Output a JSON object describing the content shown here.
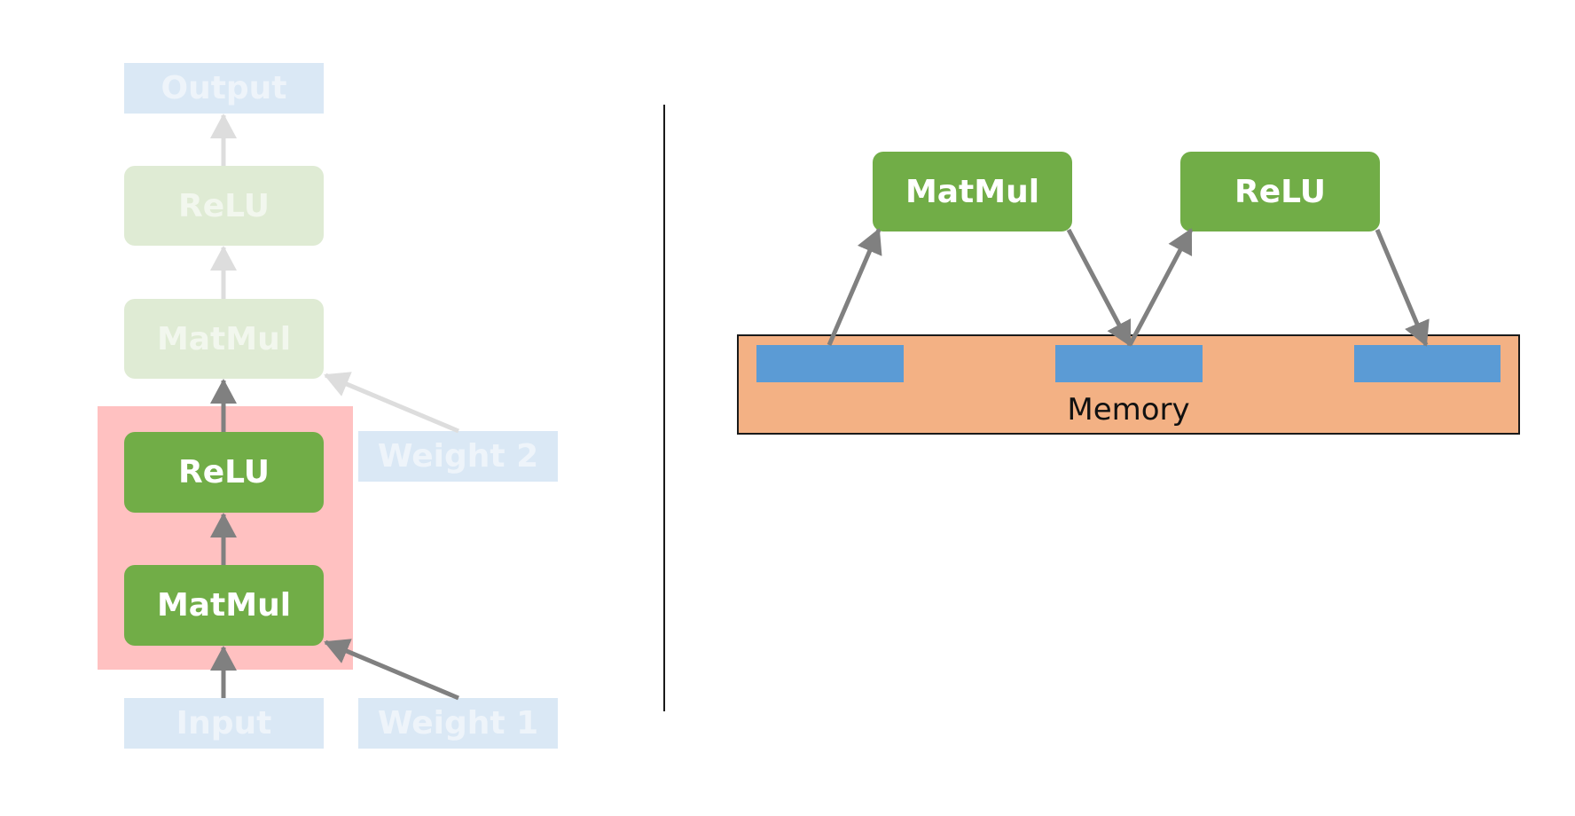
{
  "left_graph": {
    "output_label": "Output",
    "relu_faded_label": "ReLU",
    "matmul_faded_label": "MatMul",
    "weight2_label": "Weight 2",
    "relu_label": "ReLU",
    "matmul_label": "MatMul",
    "input_label": "Input",
    "weight1_label": "Weight 1"
  },
  "right_graph": {
    "matmul_label": "MatMul",
    "relu_label": "ReLU",
    "memory_label": "Memory"
  },
  "colors": {
    "op_green": "#71ad47",
    "op_faded": "#dfebd4",
    "tensor_blue": "#dae8f5",
    "fused_highlight": "#ffc1c1",
    "memory_orange": "#f3b184",
    "memory_block": "#5b9bd5",
    "arrow_dark": "#808080",
    "arrow_faded": "#dddddd"
  }
}
